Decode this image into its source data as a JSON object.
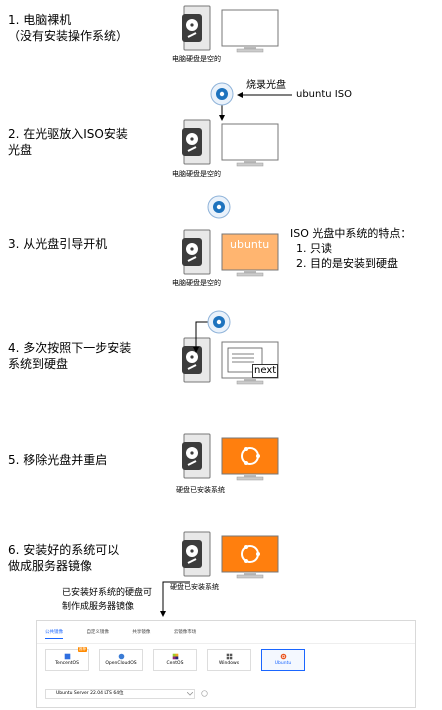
{
  "steps": [
    {
      "label": "1. 电脑裸机\n（没有安装操作系统）"
    },
    {
      "label": "2. 在光驱放入ISO安装\n光盘"
    },
    {
      "label": "3. 从光盘引导开机"
    },
    {
      "label": "4. 多次按照下一步安装\n系统到硬盘"
    },
    {
      "label": "5. 移除光盘并重启"
    },
    {
      "label": "6. 安装好的系统可以\n做成服务器镜像"
    }
  ],
  "captions": {
    "empty_disk_1": "电脑硬盘是空的",
    "empty_disk_2": "电脑硬盘是空的",
    "empty_disk_3": "电脑硬盘是空的",
    "installed_1": "硬盘已安装系统",
    "installed_2": "硬盘已安装系统"
  },
  "labels": {
    "burn_disc": "烧录光盘",
    "ubuntu_iso": "ubuntu ISO",
    "screen_ubuntu": "ubuntu",
    "screen_next": "next",
    "image_note": "已安装好系统的硬盘可\n制作成服务器镜像"
  },
  "features": {
    "title": "ISO 光盘中系统的特点：",
    "items": [
      "1. 只读",
      "2. 目的是安装到硬盘"
    ]
  },
  "image_ui": {
    "tabs": [
      "公共镜像",
      "自定义镜像",
      "共享镜像",
      "云镜像市场"
    ],
    "active_tab": 0,
    "cards": [
      {
        "name": "TencentOS",
        "badge": "推荐"
      },
      {
        "name": "OpenCloudOS",
        "badge": ""
      },
      {
        "name": "CentOS",
        "badge": ""
      },
      {
        "name": "Windows",
        "badge": ""
      },
      {
        "name": "Ubuntu",
        "badge": ""
      }
    ],
    "selected_card": 4,
    "version": "Ubuntu Server 22.04 LTS 64位"
  },
  "colors": {
    "screen_blank": "#ffffff",
    "screen_installing": "#ffb570",
    "screen_ubuntu": "#ff7f0e",
    "ubuntu_logo": "#ffffff",
    "disc": "#1e73be",
    "accent": "#1a66ff"
  }
}
